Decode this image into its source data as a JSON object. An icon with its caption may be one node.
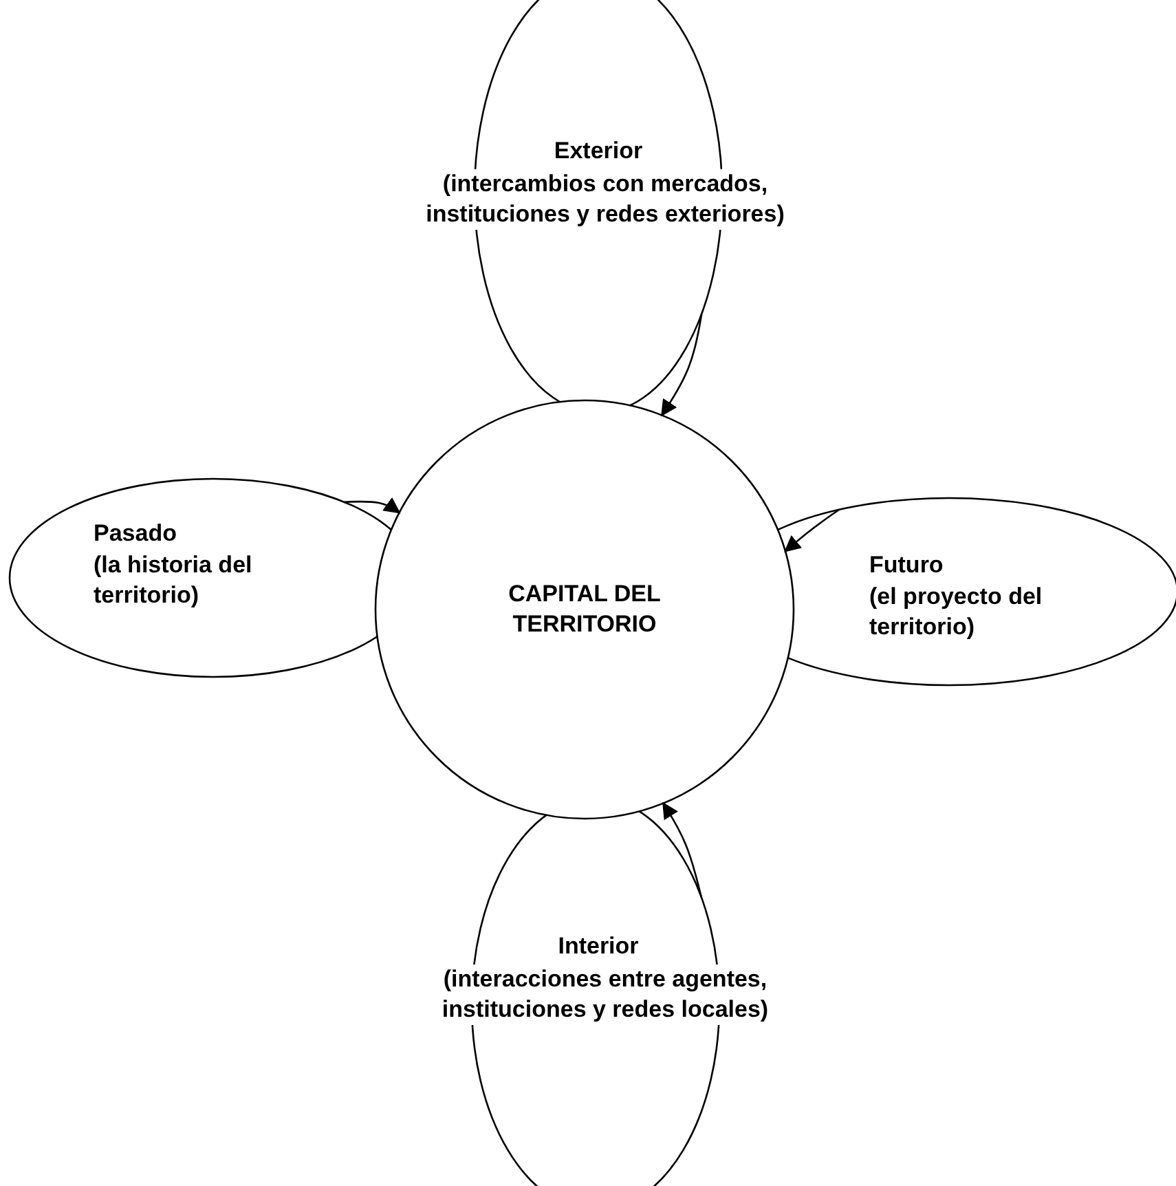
{
  "diagram": {
    "nodes": [
      {
        "text": [
          "Exterior",
          "(intercambios con mercados, instituciones y redes exteriores)"
        ]
      },
      {
        "text": [
          "Pasado",
          "(la historia del territorio)"
        ]
      },
      {
        "text": [
          "CAPITAL DEL TERRITORIO"
        ]
      },
      {
        "text": [
          "Futuro",
          "(el proyecto del territorio)"
        ]
      },
      {
        "text": [
          "Interior",
          "(interacciones entre agentes, instituciones y redes locales)"
        ]
      }
    ],
    "edges": [
      {
        "from": 0,
        "to": 2,
        "arrow": "to"
      },
      {
        "from": 1,
        "to": 2,
        "arrow": "to"
      },
      {
        "from": 3,
        "to": 2,
        "arrow": "to"
      },
      {
        "from": 4,
        "to": 2,
        "arrow": "to"
      }
    ]
  }
}
